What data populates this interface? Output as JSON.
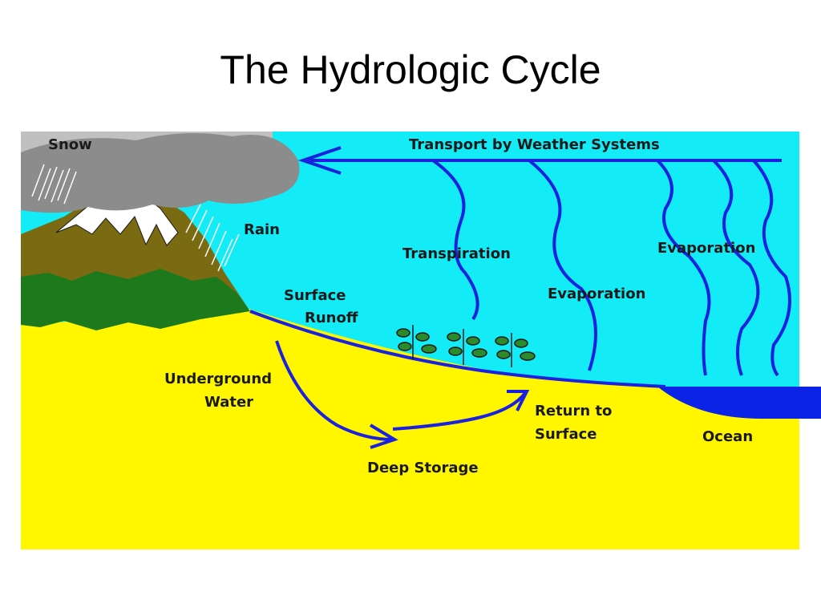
{
  "title": "The Hydrologic Cycle",
  "colors": {
    "sky": "#13ecf6",
    "ground": "#fff600",
    "ocean": "#0a23e6",
    "arrow": "#1a22e0",
    "cloud": "#8c8c8c",
    "snow_sky": "#c0c0c0",
    "mountain_upper": "#7a6a12",
    "mountain_lower": "#1d7a1c",
    "snowcap": "#ffffff",
    "plant": "#2b8a2b"
  },
  "labels": {
    "snow": "Snow",
    "rain": "Rain",
    "transport": "Transport by Weather Systems",
    "transpiration": "Transpiration",
    "evaporation_left": "Evaporation",
    "evaporation_right": "Evaporation",
    "surface_runoff_1": "Surface",
    "surface_runoff_2": "Runoff",
    "underground_1": "Underground",
    "underground_2": "Water",
    "return_1": "Return to",
    "return_2": "Surface",
    "deep_storage": "Deep Storage",
    "ocean": "Ocean"
  }
}
